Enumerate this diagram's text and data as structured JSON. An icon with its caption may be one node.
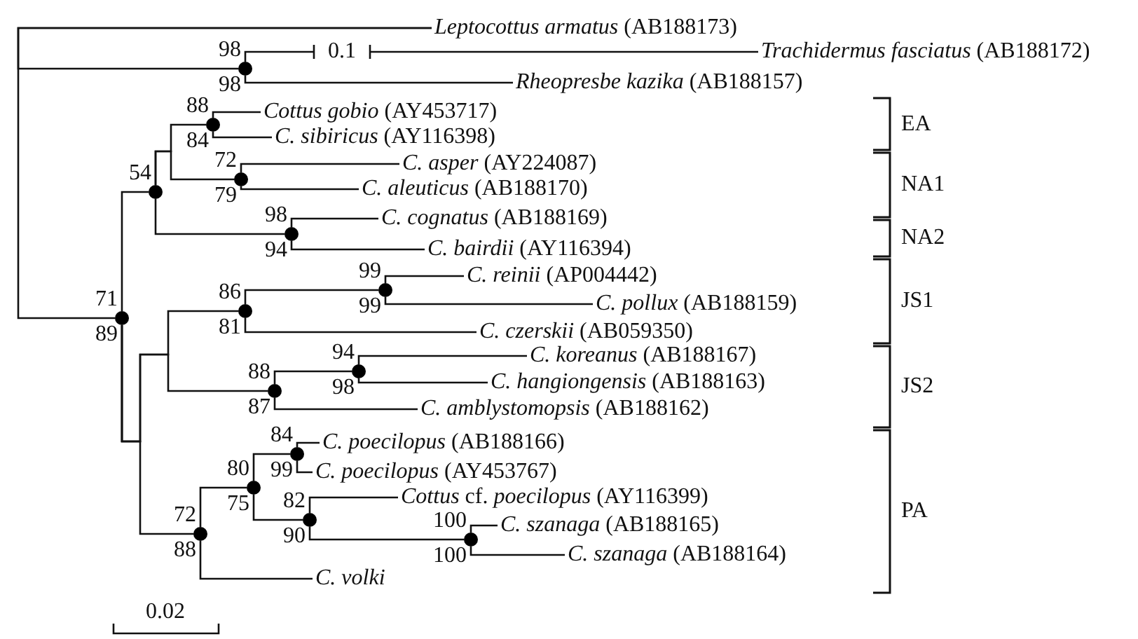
{
  "diagram": {
    "nodes": [
      {
        "text": [
          "*Leptocottus armatus* (AB188173)"
        ]
      },
      {
        "text": [],
        "shape": "circle",
        "beside": [
          "98",
          "98"
        ]
      },
      {
        "text": [
          "*Trachidermus fasciatus* (AB188172)"
        ]
      },
      {
        "text": [
          "*Rheopresbe kazika* (AB188157)"
        ]
      },
      {
        "text": [],
        "shape": "circle",
        "beside": [
          "71",
          "89"
        ]
      },
      {
        "text": [],
        "shape": "circle",
        "beside": [
          "54"
        ]
      },
      {
        "text": [],
        "shape": "circle",
        "beside": [
          "88",
          "84"
        ]
      },
      {
        "text": [
          "*Cottus gobio* (AY453717)"
        ]
      },
      {
        "text": [
          "*C. sibiricus* (AY116398)"
        ]
      },
      {
        "text": [],
        "shape": "circle",
        "beside": [
          "72",
          "79"
        ]
      },
      {
        "text": [
          "*C. asper* (AY224087)"
        ]
      },
      {
        "text": [
          "*C. aleuticus* (AB188170)"
        ]
      },
      {
        "text": [],
        "shape": "circle",
        "beside": [
          "98",
          "94"
        ]
      },
      {
        "text": [
          "*C. cognatus* (AB188169)"
        ]
      },
      {
        "text": [
          "*C. bairdii* (AY116394)"
        ]
      },
      {
        "text": [],
        "shape": "circle",
        "beside": [
          "86",
          "81"
        ]
      },
      {
        "text": [],
        "shape": "circle",
        "beside": [
          "99",
          "99"
        ]
      },
      {
        "text": [
          "*C. reinii* (AP004442)"
        ]
      },
      {
        "text": [
          "*C. pollux* (AB188159)"
        ]
      },
      {
        "text": [
          "*C. czerskii* (AB059350)"
        ]
      },
      {
        "text": [],
        "shape": "circle",
        "beside": [
          "88",
          "87"
        ]
      },
      {
        "text": [],
        "shape": "circle",
        "beside": [
          "94",
          "98"
        ]
      },
      {
        "text": [
          "*C. koreanus* (AB188167)"
        ]
      },
      {
        "text": [
          "*C. hangiongensis* (AB188163)"
        ]
      },
      {
        "text": [
          "*C. amblystomopsis* (AB188162)"
        ]
      },
      {
        "text": [],
        "shape": "circle",
        "beside": [
          "72",
          "88"
        ]
      },
      {
        "text": [],
        "shape": "circle",
        "beside": [
          "80",
          "75"
        ]
      },
      {
        "text": [],
        "shape": "circle",
        "beside": [
          "84",
          "99"
        ]
      },
      {
        "text": [
          "*C. poecilopus* (AB188166)"
        ]
      },
      {
        "text": [
          "*C. poecilopus* (AY453767)"
        ]
      },
      {
        "text": [],
        "shape": "circle",
        "beside": [
          "82",
          "90"
        ]
      },
      {
        "text": [
          "*Cottus* cf. *poecilopus* (AY116399)"
        ]
      },
      {
        "text": [],
        "shape": "circle",
        "beside": [
          "100",
          "100"
        ]
      },
      {
        "text": [
          "*C. szanaga* (AB188165)"
        ]
      },
      {
        "text": [
          "*C. szanaga* (AB188164)"
        ]
      },
      {
        "text": [
          "*C. volki*"
        ]
      }
    ],
    "edges": [
      {
        "from": 0,
        "to": 1,
        "arrow": "none"
      },
      {
        "from": 0,
        "to": 4,
        "arrow": "none"
      },
      {
        "from": 1,
        "to": 2,
        "arrow": "none",
        "label": "0.1"
      },
      {
        "from": 1,
        "to": 3,
        "arrow": "none"
      },
      {
        "from": 4,
        "to": 5,
        "arrow": "none"
      },
      {
        "from": 5,
        "to": 6,
        "arrow": "none"
      },
      {
        "from": 5,
        "to": 9,
        "arrow": "none"
      },
      {
        "from": 6,
        "to": 7,
        "arrow": "none"
      },
      {
        "from": 6,
        "to": 8,
        "arrow": "none"
      },
      {
        "from": 9,
        "to": 10,
        "arrow": "none"
      },
      {
        "from": 9,
        "to": 11,
        "arrow": "none"
      },
      {
        "from": 5,
        "to": 12,
        "arrow": "none"
      },
      {
        "from": 12,
        "to": 13,
        "arrow": "none"
      },
      {
        "from": 12,
        "to": 14,
        "arrow": "none"
      },
      {
        "from": 4,
        "to": 15,
        "arrow": "none"
      },
      {
        "from": 4,
        "to": 20,
        "arrow": "none"
      },
      {
        "from": 15,
        "to": 16,
        "arrow": "none"
      },
      {
        "from": 16,
        "to": 17,
        "arrow": "none"
      },
      {
        "from": 16,
        "to": 18,
        "arrow": "none"
      },
      {
        "from": 15,
        "to": 19,
        "arrow": "none"
      },
      {
        "from": 20,
        "to": 21,
        "arrow": "none"
      },
      {
        "from": 21,
        "to": 22,
        "arrow": "none"
      },
      {
        "from": 21,
        "to": 23,
        "arrow": "none"
      },
      {
        "from": 20,
        "to": 24,
        "arrow": "none"
      },
      {
        "from": 4,
        "to": 25,
        "arrow": "none"
      },
      {
        "from": 25,
        "to": 26,
        "arrow": "none"
      },
      {
        "from": 26,
        "to": 27,
        "arrow": "none"
      },
      {
        "from": 27,
        "to": 28,
        "arrow": "none"
      },
      {
        "from": 27,
        "to": 29,
        "arrow": "none"
      },
      {
        "from": 26,
        "to": 30,
        "arrow": "none"
      },
      {
        "from": 30,
        "to": 31,
        "arrow": "none"
      },
      {
        "from": 30,
        "to": 32,
        "arrow": "none"
      },
      {
        "from": 32,
        "to": 33,
        "arrow": "none"
      },
      {
        "from": 32,
        "to": 34,
        "arrow": "none"
      },
      {
        "from": 25,
        "to": 35,
        "arrow": "none"
      }
    ],
    "labels": [
      "EA",
      "NA1",
      "NA2",
      "JS1",
      "JS2",
      "PA",
      "0.02"
    ]
  }
}
